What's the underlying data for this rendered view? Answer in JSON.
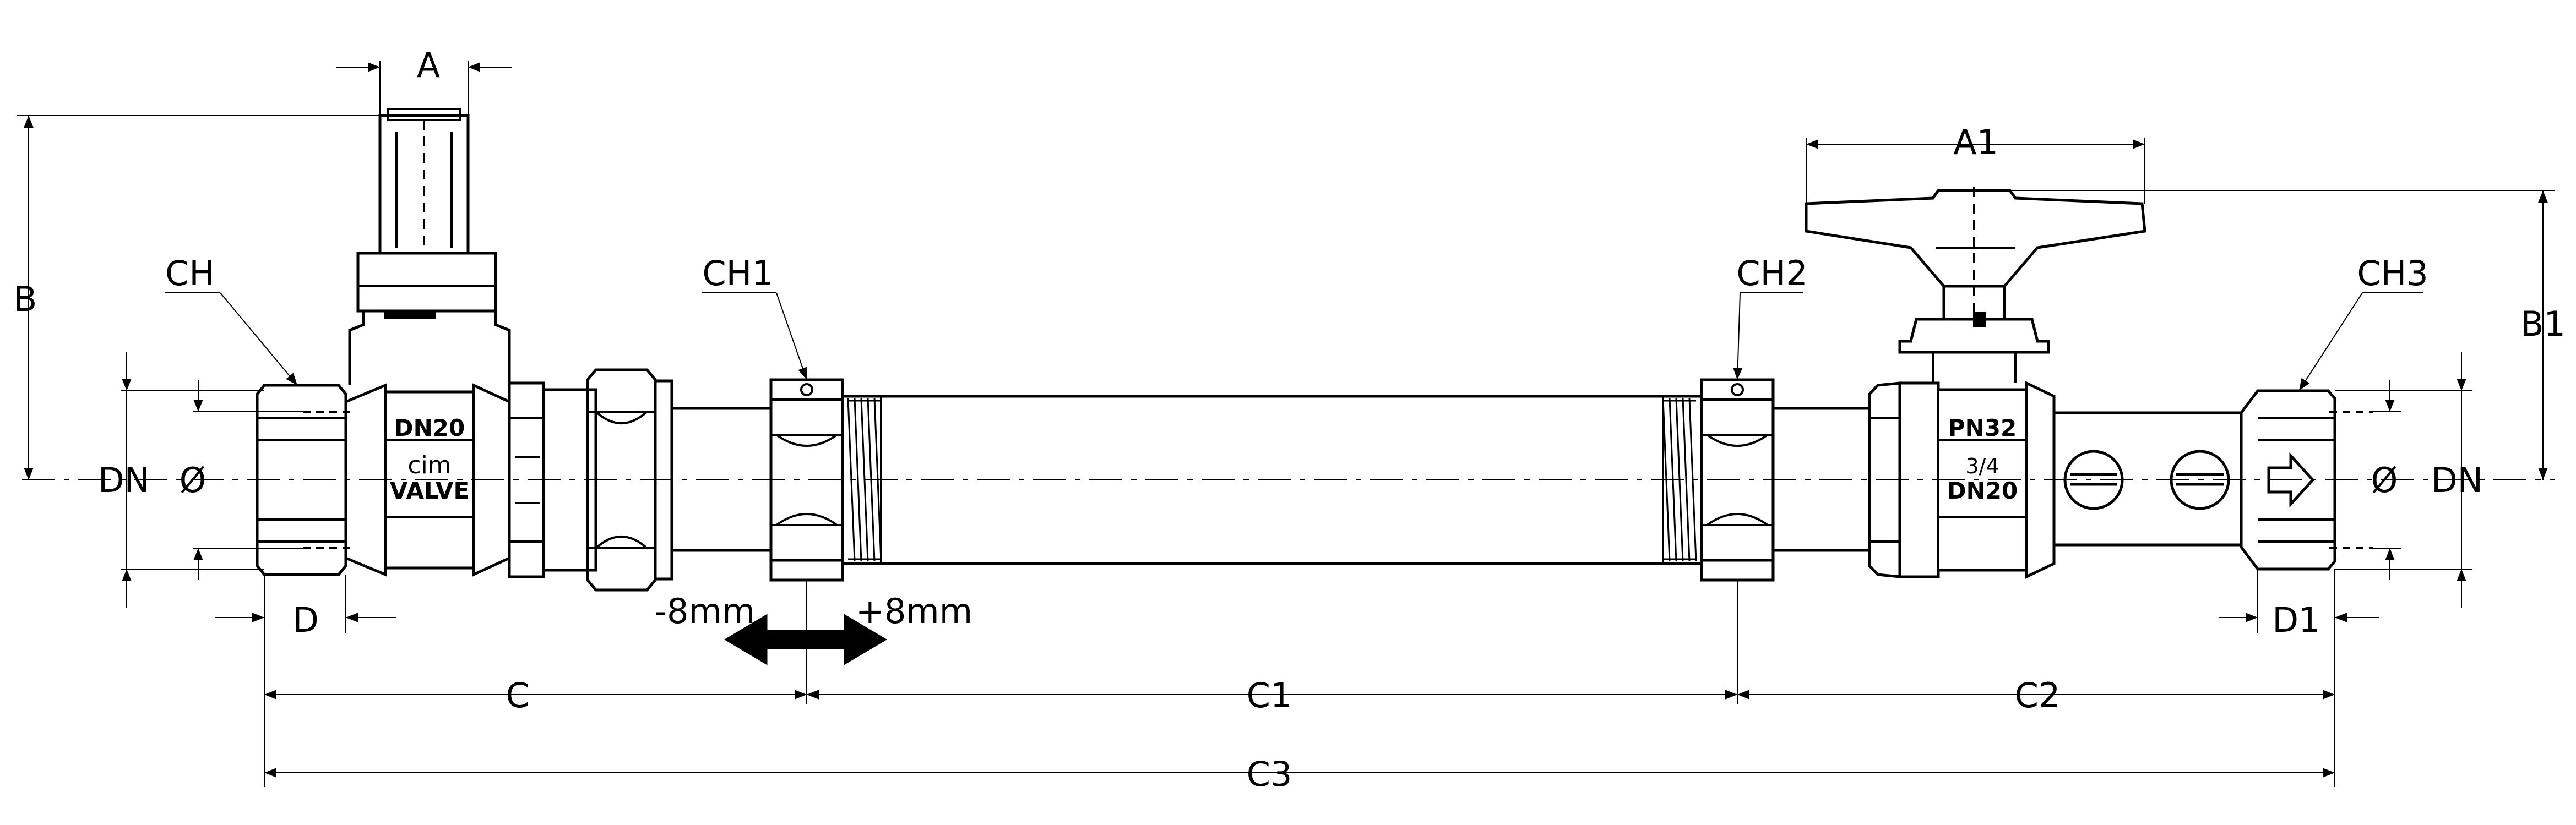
{
  "dimensions": {
    "A": "A",
    "A1": "A1",
    "B": "B",
    "B1": "B1",
    "CH": "CH",
    "CH1": "CH1",
    "CH2": "CH2",
    "CH3": "CH3",
    "DN_left": "DN",
    "DN_right": "DN",
    "dia_left": "Ø",
    "dia_right": "Ø",
    "D": "D",
    "D1": "D1",
    "C": "C",
    "C1": "C1",
    "C2": "C2",
    "C3": "C3",
    "minus_travel": "-8mm",
    "plus_travel": "+8mm"
  },
  "markings": {
    "left_valve_size": "DN20",
    "left_valve_logo": "cim",
    "left_valve_text": "VALVE",
    "right_valve_pressure": "PN32",
    "right_valve_thread": "3/4",
    "right_valve_size": "DN20"
  },
  "colors": {
    "line": "#000000",
    "background": "#ffffff"
  }
}
